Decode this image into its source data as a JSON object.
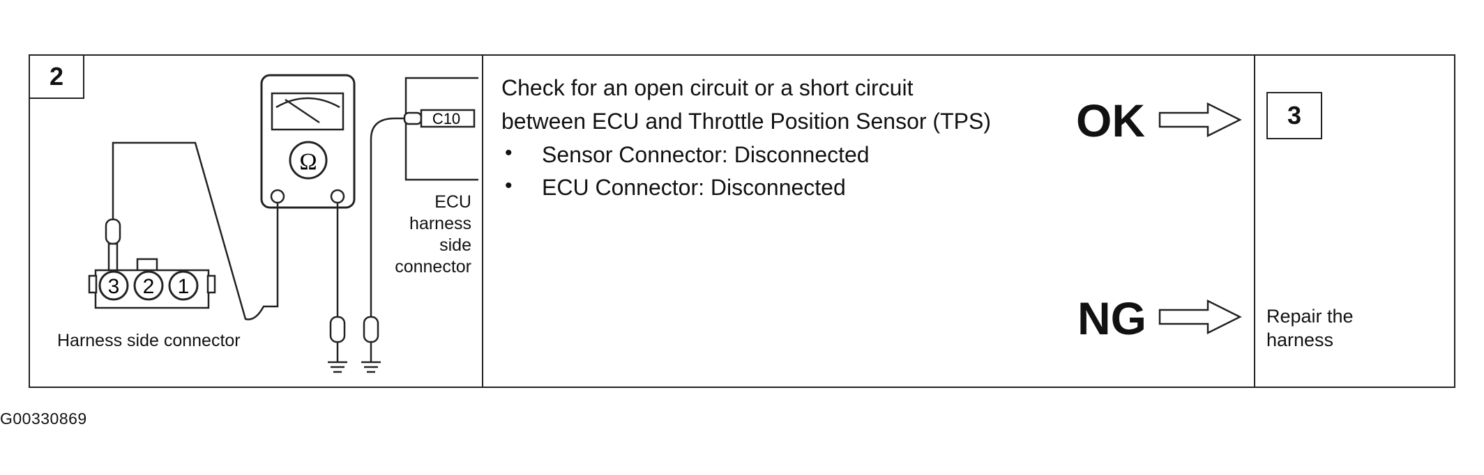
{
  "step": {
    "number": "2"
  },
  "diagram": {
    "harness_connector_label": "Harness side connector",
    "pins": [
      "3",
      "2",
      "1"
    ],
    "ecu_connector_label": "C10",
    "ecu_side_label": [
      "ECU",
      "harness",
      "side",
      "connector"
    ],
    "meter_symbol": "Ω"
  },
  "instructions": {
    "lines": [
      "Check for an open circuit or a short circuit",
      "between ECU and Throttle Position Sensor (TPS)"
    ],
    "bullets": [
      "Sensor Connector: Disconnected",
      "ECU Connector: Disconnected"
    ]
  },
  "results": {
    "ok_label": "OK",
    "ok_next_step": "3",
    "ng_label": "NG",
    "ng_action": [
      "Repair the",
      "harness"
    ]
  },
  "figure_code": "G00330869"
}
